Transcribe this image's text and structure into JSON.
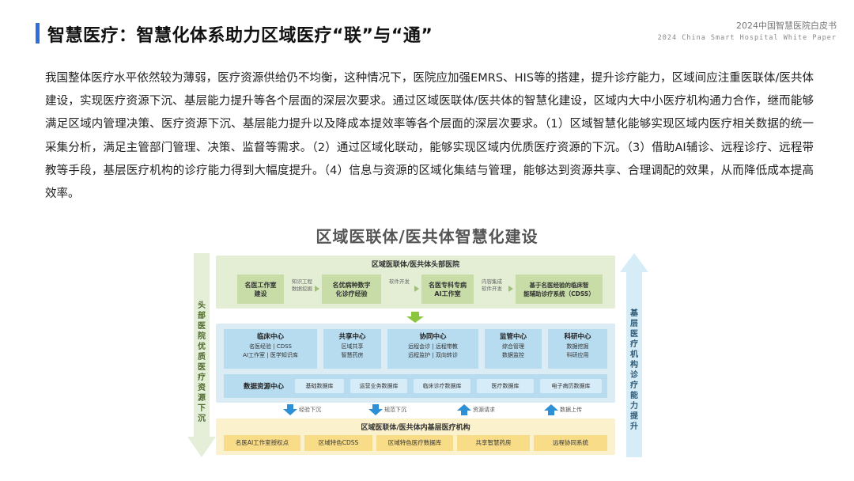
{
  "header": {
    "title": "智慧医疗：智慧化体系助力区域医疗“联”与“通”",
    "brand_cn": "2024中国智慧医院白皮书",
    "brand_en": "2024 China Smart Hospital White Paper"
  },
  "body_text": "我国整体医疗水平依然较为薄弱，医疗资源供给仍不均衡，这种情况下，医院应加强EMRS、HIS等的搭建，提升诊疗能力，区域间应注重医联体/医共体建设，实现医疗资源下沉、基层能力提升等各个层面的深层次要求。通过区域医联体/医共体的智慧化建设，区域内大中小医疗机构通力合作，继而能够满足区域内管理决策、医疗资源下沉、基层能力提升以及降成本提效率等各个层面的深层次要求。（1）区域智慧化能够实现区域内医疗相关数据的统一采集分析，满足主管部门管理、决策、监督等需求。（2）通过区域化联动，能够实现区域内优质医疗资源的下沉。（3）借助AI辅诊、远程诊疗、远程带教等手段，基层医疗机构的诊疗能力得到大幅度提升。（4）信息与资源的区域化集结与管理，能够达到资源共享、合理调配的效果，从而降低成本提高效率。",
  "diagram": {
    "title": "区域医联体/医共体智慧化建设",
    "left_arrow_label": "头部医院优质医疗资源下沉",
    "right_arrow_label": "基层医疗机构诊疗能力提升",
    "top_panel": {
      "title": "区域医联体/医共体头部医院",
      "boxes": [
        {
          "line1": "名医工作室",
          "line2": "建设"
        },
        {
          "line1": "名优病种数字",
          "line2": "化诊疗经验"
        },
        {
          "line1": "名医专科专病",
          "line2": "AI工作室"
        },
        {
          "line1": "基于名医经验的临床智",
          "line2": "能辅助诊疗系统（CDSS）"
        }
      ],
      "links": [
        {
          "line1": "知识工程",
          "line2": "数据挖掘"
        },
        {
          "line1": "软件开发",
          "line2": ""
        },
        {
          "line1": "内容集成",
          "line2": "软件开发"
        }
      ]
    },
    "middle_panel": {
      "centers": [
        {
          "title": "临床中心",
          "row1": "名医经验  |  CDSS",
          "row2": "AI工作室  |  医学知识库"
        },
        {
          "title": "共享中心",
          "row1": "区域共享",
          "row2": "智慧药房"
        },
        {
          "title": "协同中心",
          "row1": "远程会诊  |  远程带教",
          "row2": "远程监护  |  双向转诊"
        },
        {
          "title": "监管中心",
          "row1": "综合管理",
          "row2": "数据监控"
        },
        {
          "title": "科研中心",
          "row1": "数据挖掘",
          "row2": "科研应用"
        }
      ],
      "data_center": {
        "title": "数据资源中心",
        "dbs": [
          "基础数据库",
          "运营业务数据库",
          "临床诊疗数据库",
          "医疗数据库",
          "电子病历数据库"
        ]
      }
    },
    "flows": [
      "经验下沉",
      "规范下沉",
      "资源请求",
      "数据上传"
    ],
    "bottom_panel": {
      "title": "区域医联体/医共体内基层医疗机构",
      "boxes": [
        "名医AI工作室授权点",
        "区域特色CDSS",
        "区域特色医疗数据库",
        "共享智慧药房",
        "远程协同系统"
      ]
    }
  },
  "colors": {
    "accent_blue": "#2e6fe0",
    "green_panel": "#e3eed5",
    "green_box": "#c7dca6",
    "blue_panel": "#dbecf5",
    "blue_box": "#b8dcef",
    "yellow_panel": "#fbf2cd",
    "yellow_box": "#f8dc87"
  }
}
